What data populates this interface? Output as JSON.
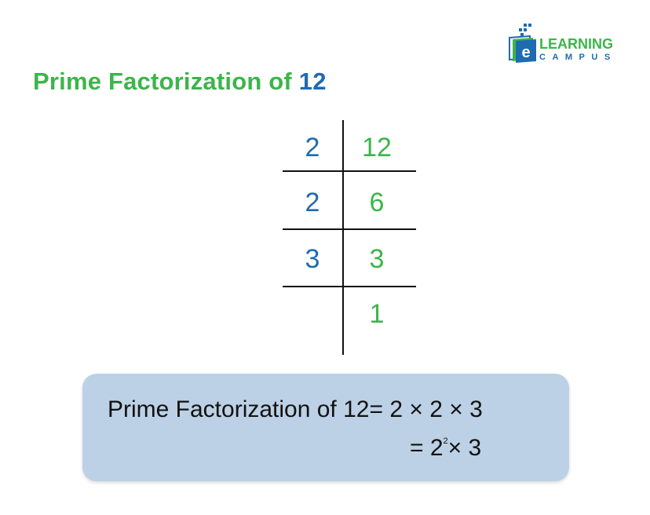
{
  "logo": {
    "top": "LEARNING",
    "bottom": "CAMPUS",
    "letter": "e"
  },
  "title": {
    "text": "Prime Factorization of ",
    "number": "12"
  },
  "division": {
    "rows": [
      {
        "divisor": "2",
        "dividend": "12"
      },
      {
        "divisor": "2",
        "dividend": "6"
      },
      {
        "divisor": "3",
        "dividend": "3"
      },
      {
        "divisor": "",
        "dividend": "1"
      }
    ]
  },
  "result": {
    "line1": "Prime Factorization of 12= 2 × 2 × 3",
    "line2_prefix": "= 2",
    "line2_exponent": "2",
    "line2_suffix": "× 3"
  },
  "colors": {
    "green": "#3cb54a",
    "blue": "#1f6bb0",
    "box": "#bcd1e5"
  }
}
